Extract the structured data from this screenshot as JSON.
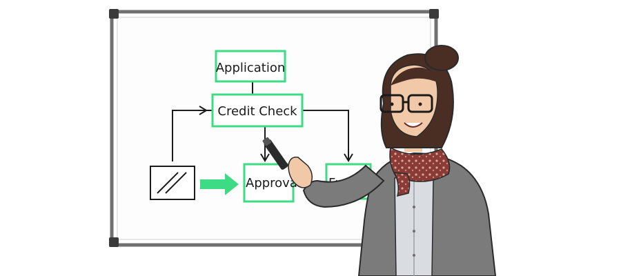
{
  "colors": {
    "accent": "#3ddc84",
    "ink": "#1a1a1a",
    "board_frame": "#6e6e6e",
    "board_surface": "#ffffff"
  },
  "diagram": {
    "nodes": {
      "application": "Application",
      "credit_check": "Credit Check",
      "approval": "Approval",
      "funding": "Funding"
    },
    "icons": [
      "document-icon",
      "checkmark-icon"
    ]
  },
  "presenter": {
    "description_icon": "presenter-with-marker"
  }
}
